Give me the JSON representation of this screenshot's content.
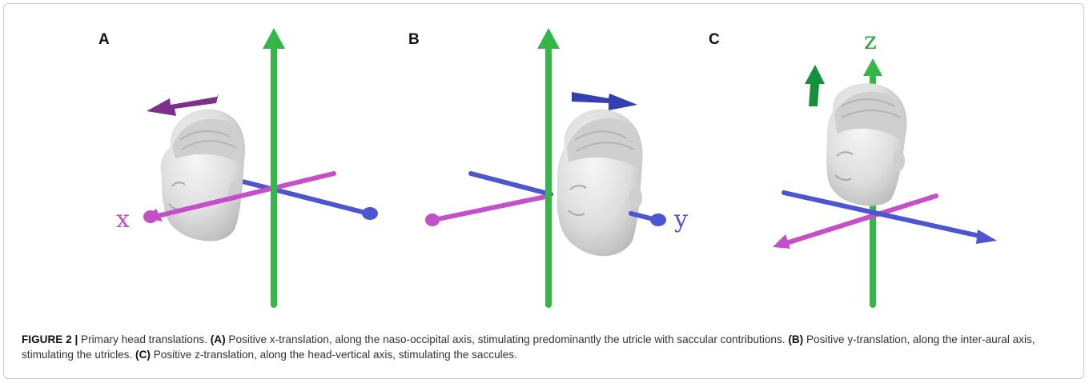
{
  "colors": {
    "x_axis": "#c54ec9",
    "y_axis": "#4d55d1",
    "z_axis": "#33b848",
    "arrow_x": "#7c2f8c",
    "arrow_y": "#3440b0",
    "arrow_z": "#16903a",
    "head": "#e3e3e3"
  },
  "panels": [
    {
      "letter": "A",
      "axis_label": "x",
      "motion": "positive x-translation"
    },
    {
      "letter": "B",
      "axis_label": "y",
      "motion": "positive y-translation"
    },
    {
      "letter": "C",
      "axis_label": "z",
      "motion": "positive z-translation"
    }
  ],
  "icons": [
    "head-icon",
    "x-axis-icon",
    "y-axis-icon",
    "z-axis-icon",
    "translation-arrow-icon"
  ],
  "caption": {
    "figure_label": "FIGURE 2 |",
    "title": " Primary head translations. ",
    "a_label": "(A)",
    "a_text": " Positive x-translation, along the naso-occipital axis, stimulating predominantly the utricle with saccular contributions. ",
    "b_label": "(B)",
    "b_text": " Positive y-translation, along the inter-aural axis, stimulating the utricles. ",
    "c_label": "(C)",
    "c_text": " Positive z-translation, along the head-vertical axis, stimulating the saccules."
  }
}
